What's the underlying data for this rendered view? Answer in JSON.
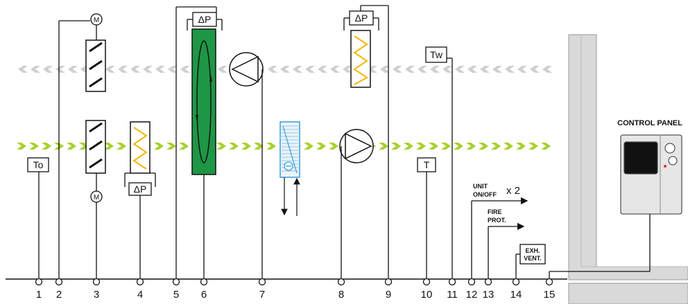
{
  "sensors": {
    "outdoor_temp": "To",
    "supply_temp": "T",
    "water_temp": "Tw",
    "pressure": "ΔP",
    "motor": "M"
  },
  "signals": {
    "unit_onoff_line1": "UNIT",
    "unit_onoff_line2": "ON/OFF",
    "unit_onoff_multiplier": "x 2",
    "fire_line1": "FIRE",
    "fire_line2": "PROT.",
    "exh_line1": "EXH.",
    "exh_line2": "VENT."
  },
  "control_panel": {
    "title": "CONTROL PANEL"
  },
  "terminals": [
    "1",
    "2",
    "3",
    "4",
    "5",
    "6",
    "7",
    "8",
    "9",
    "10",
    "11",
    "12",
    "13",
    "14",
    "15"
  ],
  "colors": {
    "supply_arrow": "#a6d12d",
    "exhaust_arrow": "#cfcfcf",
    "rotor": "#1e9646",
    "filter": "#f2b707",
    "cooler": "#3b9ad9",
    "wall": "#d9d9d9"
  }
}
